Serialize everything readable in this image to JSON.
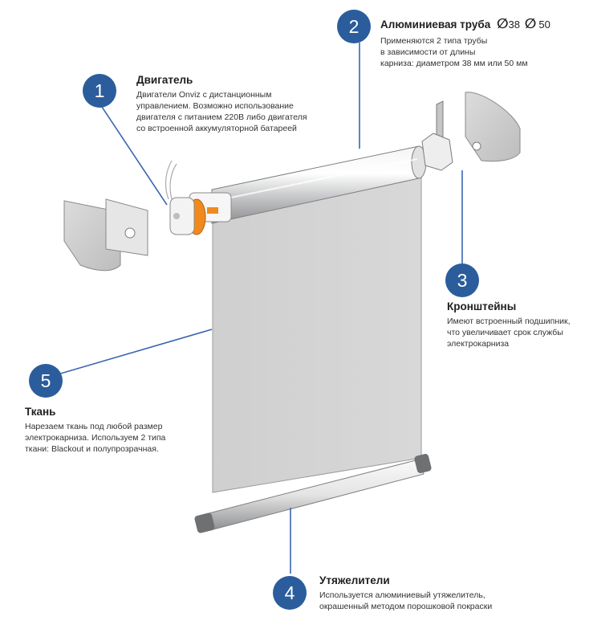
{
  "callouts": [
    {
      "number": "1",
      "title": "Двигатель",
      "lines": [
        "Двигатели Onviz с дистанционным",
        "управлением. Возможно использование",
        "двигателя с питанием 220В либо двигателя",
        "со встроенной аккумуляторной батареей"
      ]
    },
    {
      "number": "2",
      "title": "Алюминиевая труба",
      "diameters": [
        "38",
        "50"
      ],
      "diameter_symbol": "∅",
      "lines": [
        "Применяются 2 типа трубы",
        "в зависимости от длины",
        "карниза: диаметром 38 мм или 50 мм"
      ]
    },
    {
      "number": "3",
      "title": "Кронштейны",
      "lines": [
        "Имеют встроенный подшипник,",
        "что увеличивает срок службы",
        "электрокарниза"
      ]
    },
    {
      "number": "4",
      "title": "Утяжелители",
      "lines": [
        "Используется алюминиевый утяжелитель,",
        "окрашенный методом порошковой покраски"
      ]
    },
    {
      "number": "5",
      "title": "Ткань",
      "lines": [
        "Нарезаем ткань под любой размер",
        "электрокарниза. Используем 2 типа",
        "ткани: Blackout и полупрозрачная."
      ]
    }
  ],
  "colors": {
    "badge": "#2b5d9c",
    "leader": "#3a66b0",
    "fabric": "#d2d2d2",
    "motor": "#f08a1c",
    "metal": "#c9cacc"
  }
}
